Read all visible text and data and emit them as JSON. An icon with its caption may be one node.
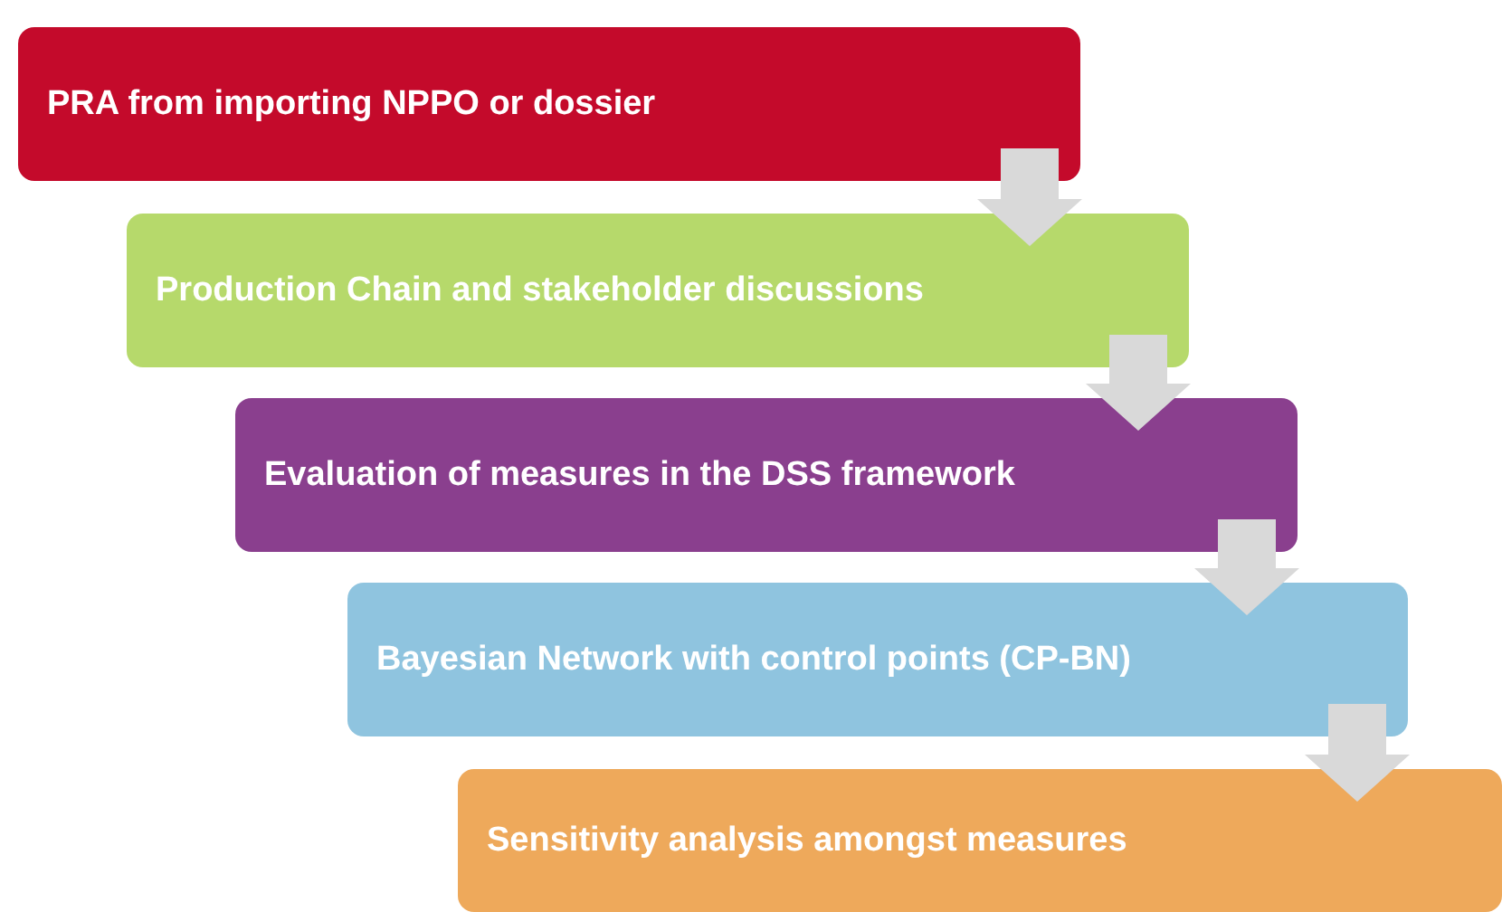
{
  "diagram": {
    "nodes": [
      {
        "text": [
          "PRA from importing NPPO or dossier"
        ]
      },
      {
        "text": [
          "Production Chain and stakeholder discussions"
        ]
      },
      {
        "text": [
          "Evaluation of measures in the DSS framework"
        ]
      },
      {
        "text": [
          "Bayesian Network with control points (CP-BN)"
        ]
      },
      {
        "text": [
          "Sensitivity analysis amongst measures"
        ]
      }
    ],
    "edges": [
      {
        "from": 0,
        "to": 1,
        "arrow": "to"
      },
      {
        "from": 1,
        "to": 2,
        "arrow": "to"
      },
      {
        "from": 2,
        "to": 3,
        "arrow": "to"
      },
      {
        "from": 3,
        "to": 4,
        "arrow": "to"
      }
    ]
  }
}
